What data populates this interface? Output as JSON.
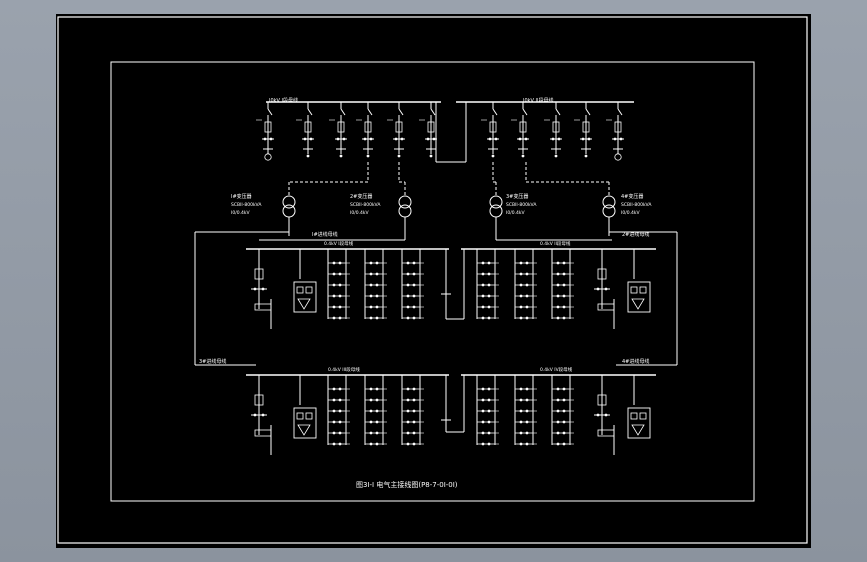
{
  "colors": {
    "background": "#8b939e",
    "sheet": "#000000",
    "lines": "#ffffff"
  },
  "drawing": {
    "caption": "图3I-I   电气主接线图(P8-7-0I-0I)",
    "hv_bus_left_label": "I0kV I段母线",
    "hv_bus_right_label": "I0kV II段母线",
    "transformers": [
      {
        "label": "I#变压器",
        "spec1": "SCBII-800kVA",
        "spec2": "I0/0.4kV"
      },
      {
        "label": "2#变压器",
        "spec1": "SCBII-800kVA",
        "spec2": "I0/0.4kV"
      },
      {
        "label": "3#变压器",
        "spec1": "SCBII-800kVA",
        "spec2": "I0/0.4kV"
      },
      {
        "label": "4#变压器",
        "spec1": "SCBII-800kVA",
        "spec2": "I0/0.4kV"
      }
    ],
    "lv_upper_left_tag": "I#进线母线",
    "lv_upper_right_tag": "2#进线母线",
    "lv_lower_left_tag": "3#进线母线",
    "lv_lower_right_tag": "4#进线母线",
    "lv_bus_labels": [
      "0.4kV I段母线",
      "0.4kV II段母线",
      "0.4kV III段母线",
      "0.4kV IV段母线"
    ]
  }
}
